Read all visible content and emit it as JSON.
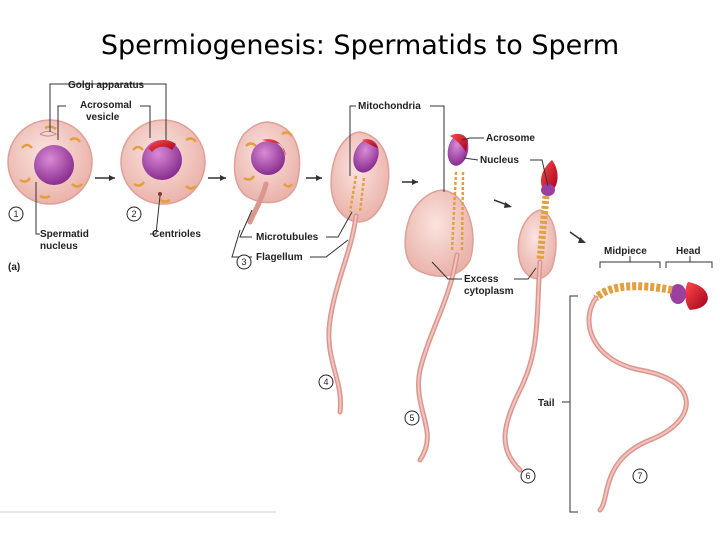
{
  "title": "Spermiogenesis: Spermatids to Sperm",
  "labels": {
    "golgi": "Golgi apparatus",
    "acrosomal_1": "Acrosomal",
    "acrosomal_2": "vesicle",
    "mitochondria": "Mitochondria",
    "acrosome": "Acrosome",
    "nucleus": "Nucleus",
    "spermatid_1": "Spermatid",
    "spermatid_2": "nucleus",
    "centrioles": "Centrioles",
    "microtubules": "Microtubules",
    "flagellum": "Flagellum",
    "excess_1": "Excess",
    "excess_2": "cytoplasm",
    "midpiece": "Midpiece",
    "head": "Head",
    "tail": "Tail",
    "panel": "(a)"
  },
  "stages": [
    "1",
    "2",
    "3",
    "4",
    "5",
    "6",
    "7"
  ],
  "colors": {
    "cell": "#f3c9c3",
    "cell_edge": "#e0a39b",
    "nucleus": "#9b3fa0",
    "acrosome": "#c8102e",
    "mitochondria": "#e8a03a"
  }
}
